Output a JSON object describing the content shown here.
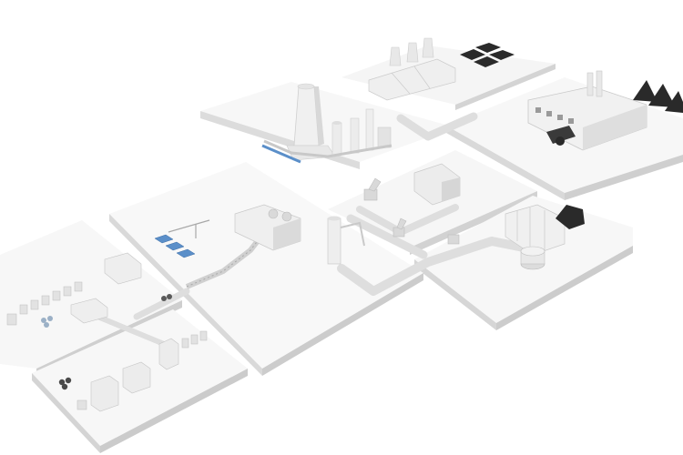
{
  "scene": {
    "kind": "isometric factory layout illustration",
    "colors": {
      "background": "#ffffff",
      "platform_top": "#f7f7f7",
      "platform_side": "#d9d9d9",
      "building_light": "#f2f2f2",
      "building_mid": "#dcdcdc",
      "building_dark": "#bdbdbd",
      "road": "#dedede",
      "solar": "#5b8fc9",
      "dark_material": "#2a2a2a"
    },
    "icons": [
      "silo",
      "warehouse",
      "crane",
      "truck",
      "conveyor",
      "solar-panel",
      "coal-pile",
      "robot-arm",
      "barrel"
    ]
  }
}
